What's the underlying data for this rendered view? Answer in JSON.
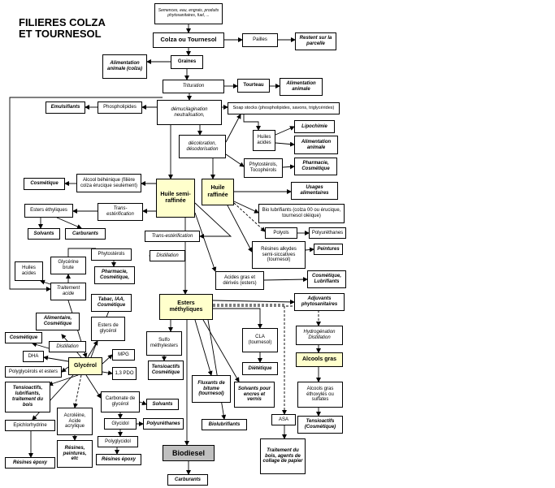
{
  "title": "FILIERES COLZA\nET TOURNESOL",
  "nodes": {
    "semences": "Semences, eau, engrais, produits phytosanitaires, fuel, ...",
    "colza": "Colza ou Tournesol",
    "pailles": "Pailles",
    "restent": "Restent sur la parcelle",
    "graines": "Graines",
    "alim_colza": "Alimentation animale (colza)",
    "trituration": "Trituration",
    "tourteau": "Tourteau",
    "alim_tourteau": "Alimentation animale",
    "emulsifiants": "Emulsifiants",
    "phospholipides": "Phospholipides",
    "demucil": "démucilagination neutralisation,",
    "soap": "Soap stocks (phospholipides, savons, triglycérides)",
    "huiles_acides_r": "Huiles acides",
    "lipochimie": "Lipochimie",
    "alim_animale_r": "Alimentation animale",
    "decoloration": "décoloration, désodorisation",
    "phytosterols_toco": "Phytostérols, Tocophérols",
    "pharmacie_r": "Pharmacie, Cosmétique",
    "cosmetique_l": "Cosmétique",
    "alcool_beh": "Alcool béhénique (filière colza érucique seulement)",
    "huile_semi": "Huile semi-raffinée",
    "huile_raff": "Huile raffinée",
    "usages": "Usages alimentaires",
    "esters_eth": "Esters éthyliques",
    "trans1": "Trans-estérification",
    "solvants_l": "Solvants",
    "carburants_l": "Carburants",
    "bio_lub": "Bio lubrifiants (colza 00 ou érucique, tournesol oléique)",
    "polyols": "Polyols",
    "polyurethanes_r": "Polyuréthanes",
    "trans2": "Trans-estérification",
    "resines_alk": "Résines alkydes semi-siccatives (tournesol)",
    "peintures": "Peintures",
    "phytosterols_m": "Phytostérols",
    "distillation_m": "Distillation",
    "pharmacie_m": "Pharmacie, Cosmétique,",
    "huiles_acides_l": "Huiles acides",
    "glycerine": "Glycérine brute",
    "traitement_acide": "Traitement acide",
    "acides_gras": "Acides gras et dérivés (esters)",
    "cosm_lubr": "Cosmétique, Lubrifiants",
    "adjuvants": "Adjuvants phytosanitaires",
    "esters_meth": "Esters méthyliques",
    "tabac": "Tabac, IAA, Cosmétique",
    "alimentaire": "Alimentaire, Cosmétique",
    "esters_glycerol": "Esters de glycérol",
    "cosmetique_ll": "Cosmétique",
    "distillation_l": "Distillation",
    "mpg": "MPG",
    "dha": "DHA",
    "glycerol": "Glycérol",
    "polyglycerols": "Polyglycérols et esters",
    "pdo": "1,3 PDO",
    "sulfo": "Sulfo méthylesters",
    "tensio_cosm": "Tensioactifs Cosmétique",
    "cla": "CLA (tournesol)",
    "dietetique": "Diététique",
    "hydrogenation": "Hydrogénation Distillation",
    "alcools_gras": "Alcools gras",
    "tensio_lub": "Tensioactifs, lubrifiants, traitement du bois",
    "carbonate": "Carbonate de glycérol",
    "solvants_m": "Solvants",
    "fluxants": "Fluxants de bitume (tournesol)",
    "solvants_encres": "Solvants pour encres et vernis",
    "alcools_gras_eth": "Alcools gras éthoxylés ou sulfates",
    "epichlor": "Epichlorhydrine",
    "acroleine": "Acroléine, Acide acrylique",
    "glycidol": "Glycidol",
    "polyurethanes_m": "Polyuréthanes",
    "biolubrifiants": "Biolubrifiants",
    "asa": "ASA",
    "tensio_cosm2": "Tensioactifs (Cosmétique)",
    "polyglycidol": "Polyglycidol",
    "resines_pe": "Résines, peintures, etc",
    "biodiesel": "Biodiesel",
    "resines_epoxy_l": "Résines époxy",
    "resines_epoxy_m": "Résines époxy",
    "traitement_bois": "Traitement du bois, agents de collage de papier",
    "carburants_b": "Carburants"
  }
}
